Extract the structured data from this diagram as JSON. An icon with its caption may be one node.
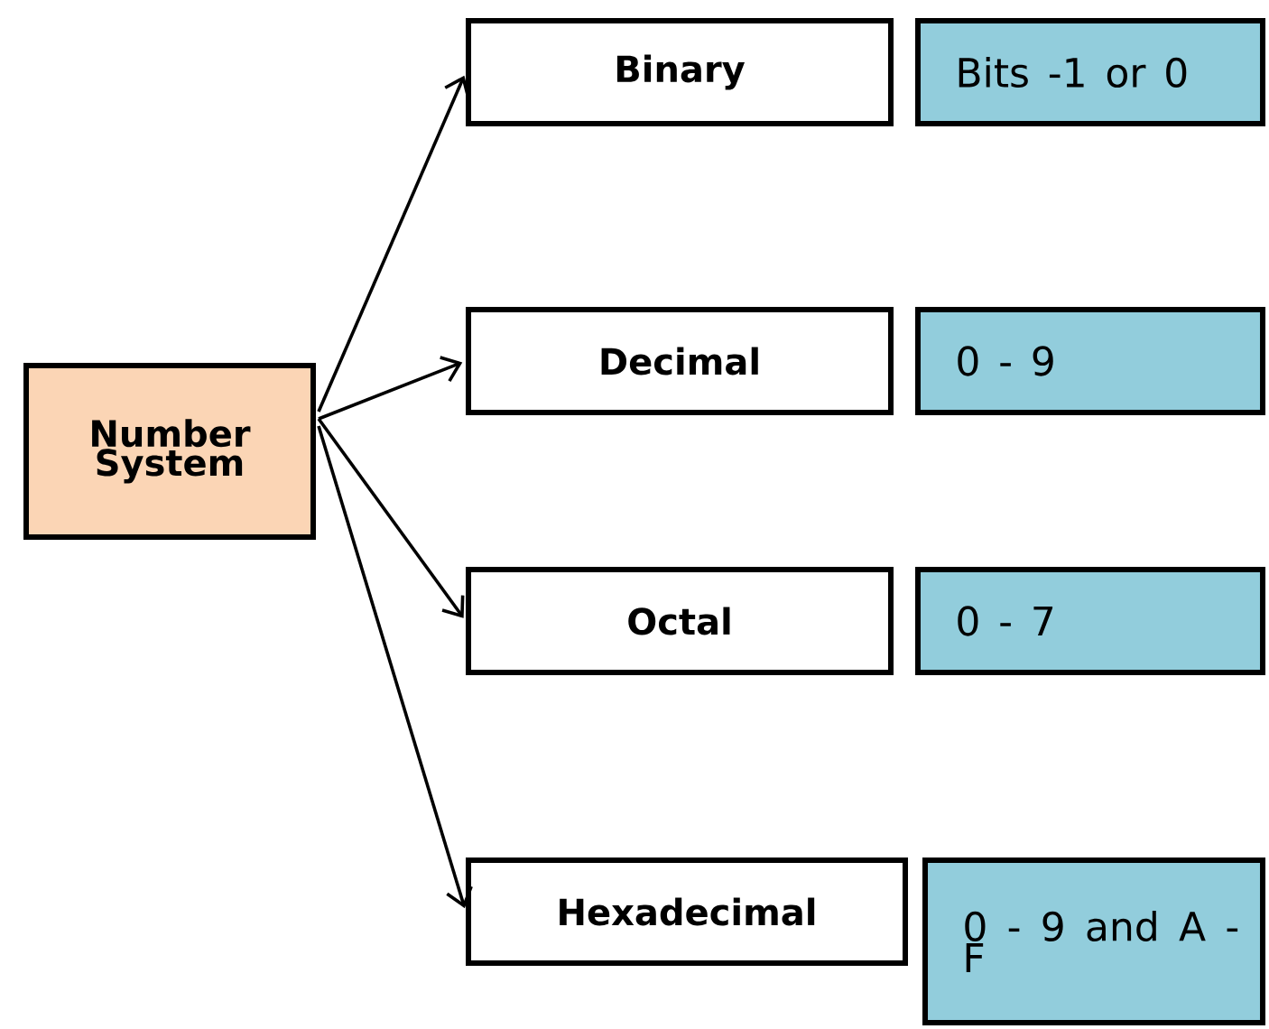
{
  "diagram": {
    "nodes": [
      {
        "text": [
          "Number System"
        ]
      },
      {
        "text": [
          "Binary"
        ]
      },
      {
        "text": [
          "Bits  -1 or 0"
        ]
      },
      {
        "text": [
          "Decimal"
        ]
      },
      {
        "text": [
          "0  -  9"
        ]
      },
      {
        "text": [
          "Octal"
        ]
      },
      {
        "text": [
          "0  -  7"
        ]
      },
      {
        "text": [
          "Hexadecimal"
        ]
      },
      {
        "text": [
          "0 - 9 and A -  F"
        ]
      }
    ],
    "edges": [
      {
        "from": 0,
        "to": 1,
        "arrow": "to"
      },
      {
        "from": 0,
        "to": 3,
        "arrow": "to"
      },
      {
        "from": 0,
        "to": 5,
        "arrow": "to"
      },
      {
        "from": 0,
        "to": 7,
        "arrow": "to"
      }
    ]
  }
}
